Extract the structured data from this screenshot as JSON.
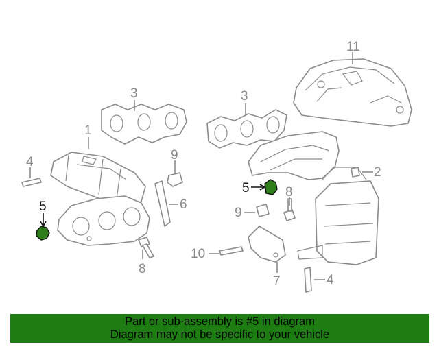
{
  "diagram": {
    "labels": {
      "l1": "1",
      "l2": "2",
      "l3a": "3",
      "l3b": "3",
      "l4a": "4",
      "l4b": "4",
      "l5a": "5",
      "l5b": "5",
      "l6": "6",
      "l7": "7",
      "l8a": "8",
      "l8b": "8",
      "l9a": "9",
      "l9b": "9",
      "l10": "10",
      "l11": "11"
    },
    "highlight_color": "#2e7d1a"
  },
  "banner": {
    "line1": "Part or sub-assembly is #5 in diagram",
    "line2": "Diagram may not be specific to your vehicle",
    "background": "#1d7d12"
  }
}
